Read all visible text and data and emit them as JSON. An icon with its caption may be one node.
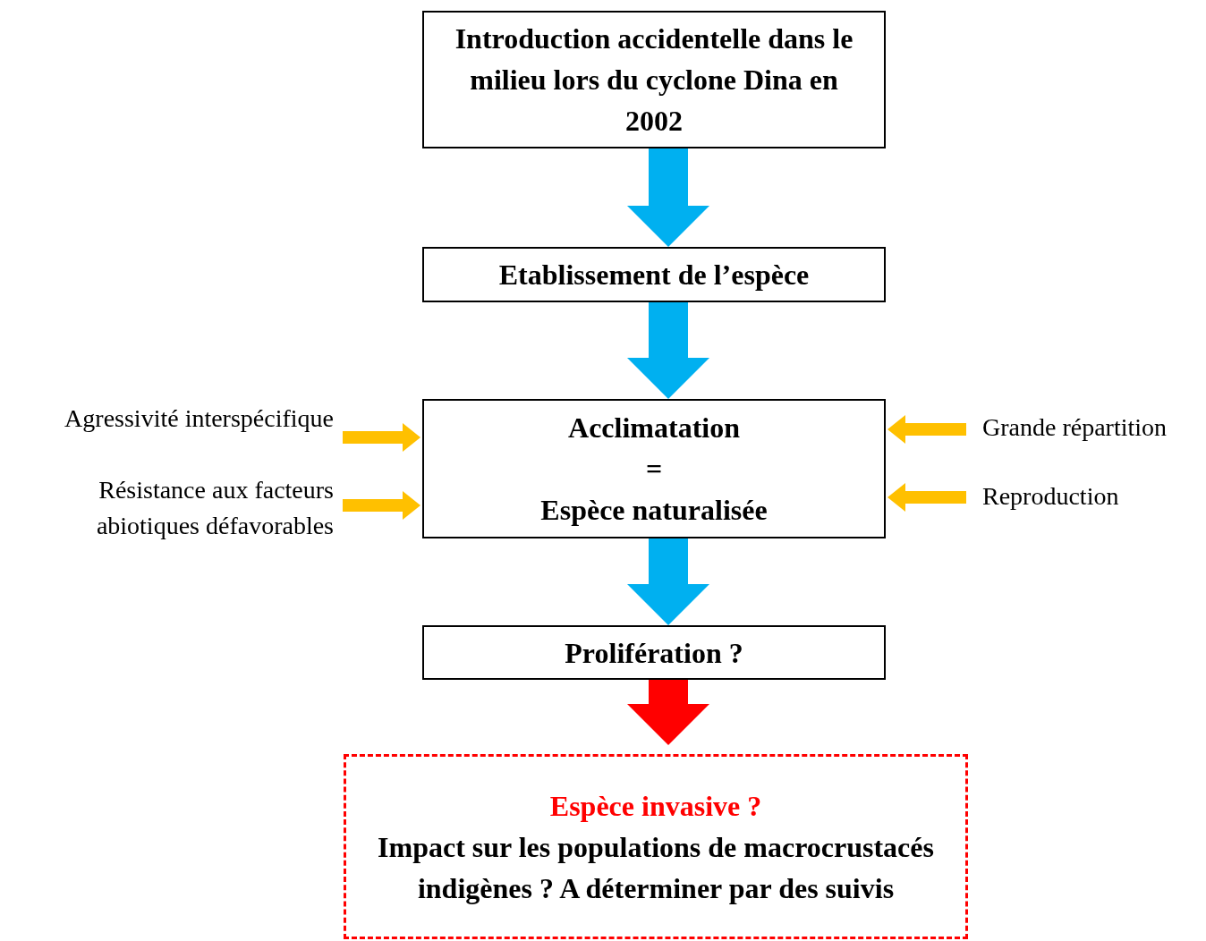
{
  "diagram": {
    "nodes": [
      {
        "text": [
          "Introduction accidentelle dans le milieu lors du cyclone Dina en 2002"
        ]
      },
      {
        "text": [
          "Etablissement de l’espèce"
        ]
      },
      {
        "text": [
          "Acclimatation",
          "=",
          "Espèce naturalisée"
        ]
      },
      {
        "text": [
          "Prolifération ?"
        ]
      },
      {
        "text": [
          "Espèce invasive ?",
          "Impact sur les populations de macrocrustacés indigènes ? A déterminer par des suivis"
        ]
      },
      {
        "text": [
          "Agressivité interspécifique"
        ]
      },
      {
        "text": [
          "Résistance aux facteurs abiotiques défavorables"
        ]
      },
      {
        "text": [
          "Grande répartition"
        ]
      },
      {
        "text": [
          "Reproduction"
        ]
      }
    ],
    "edges": [
      {
        "from": 0,
        "to": 1,
        "arrow": "to",
        "style": "thick",
        "color": "#00b0f0"
      },
      {
        "from": 1,
        "to": 2,
        "arrow": "to",
        "style": "thick",
        "color": "#00b0f0"
      },
      {
        "from": 2,
        "to": 3,
        "arrow": "to",
        "style": "thick",
        "color": "#00b0f0"
      },
      {
        "from": 3,
        "to": 4,
        "arrow": "to",
        "style": "thick",
        "color": "#ff0000"
      },
      {
        "from": 5,
        "to": 2,
        "arrow": "to"
      },
      {
        "from": 6,
        "to": 2,
        "arrow": "to"
      },
      {
        "from": 7,
        "to": 2,
        "arrow": "to"
      },
      {
        "from": 8,
        "to": 2,
        "arrow": "to"
      }
    ]
  }
}
